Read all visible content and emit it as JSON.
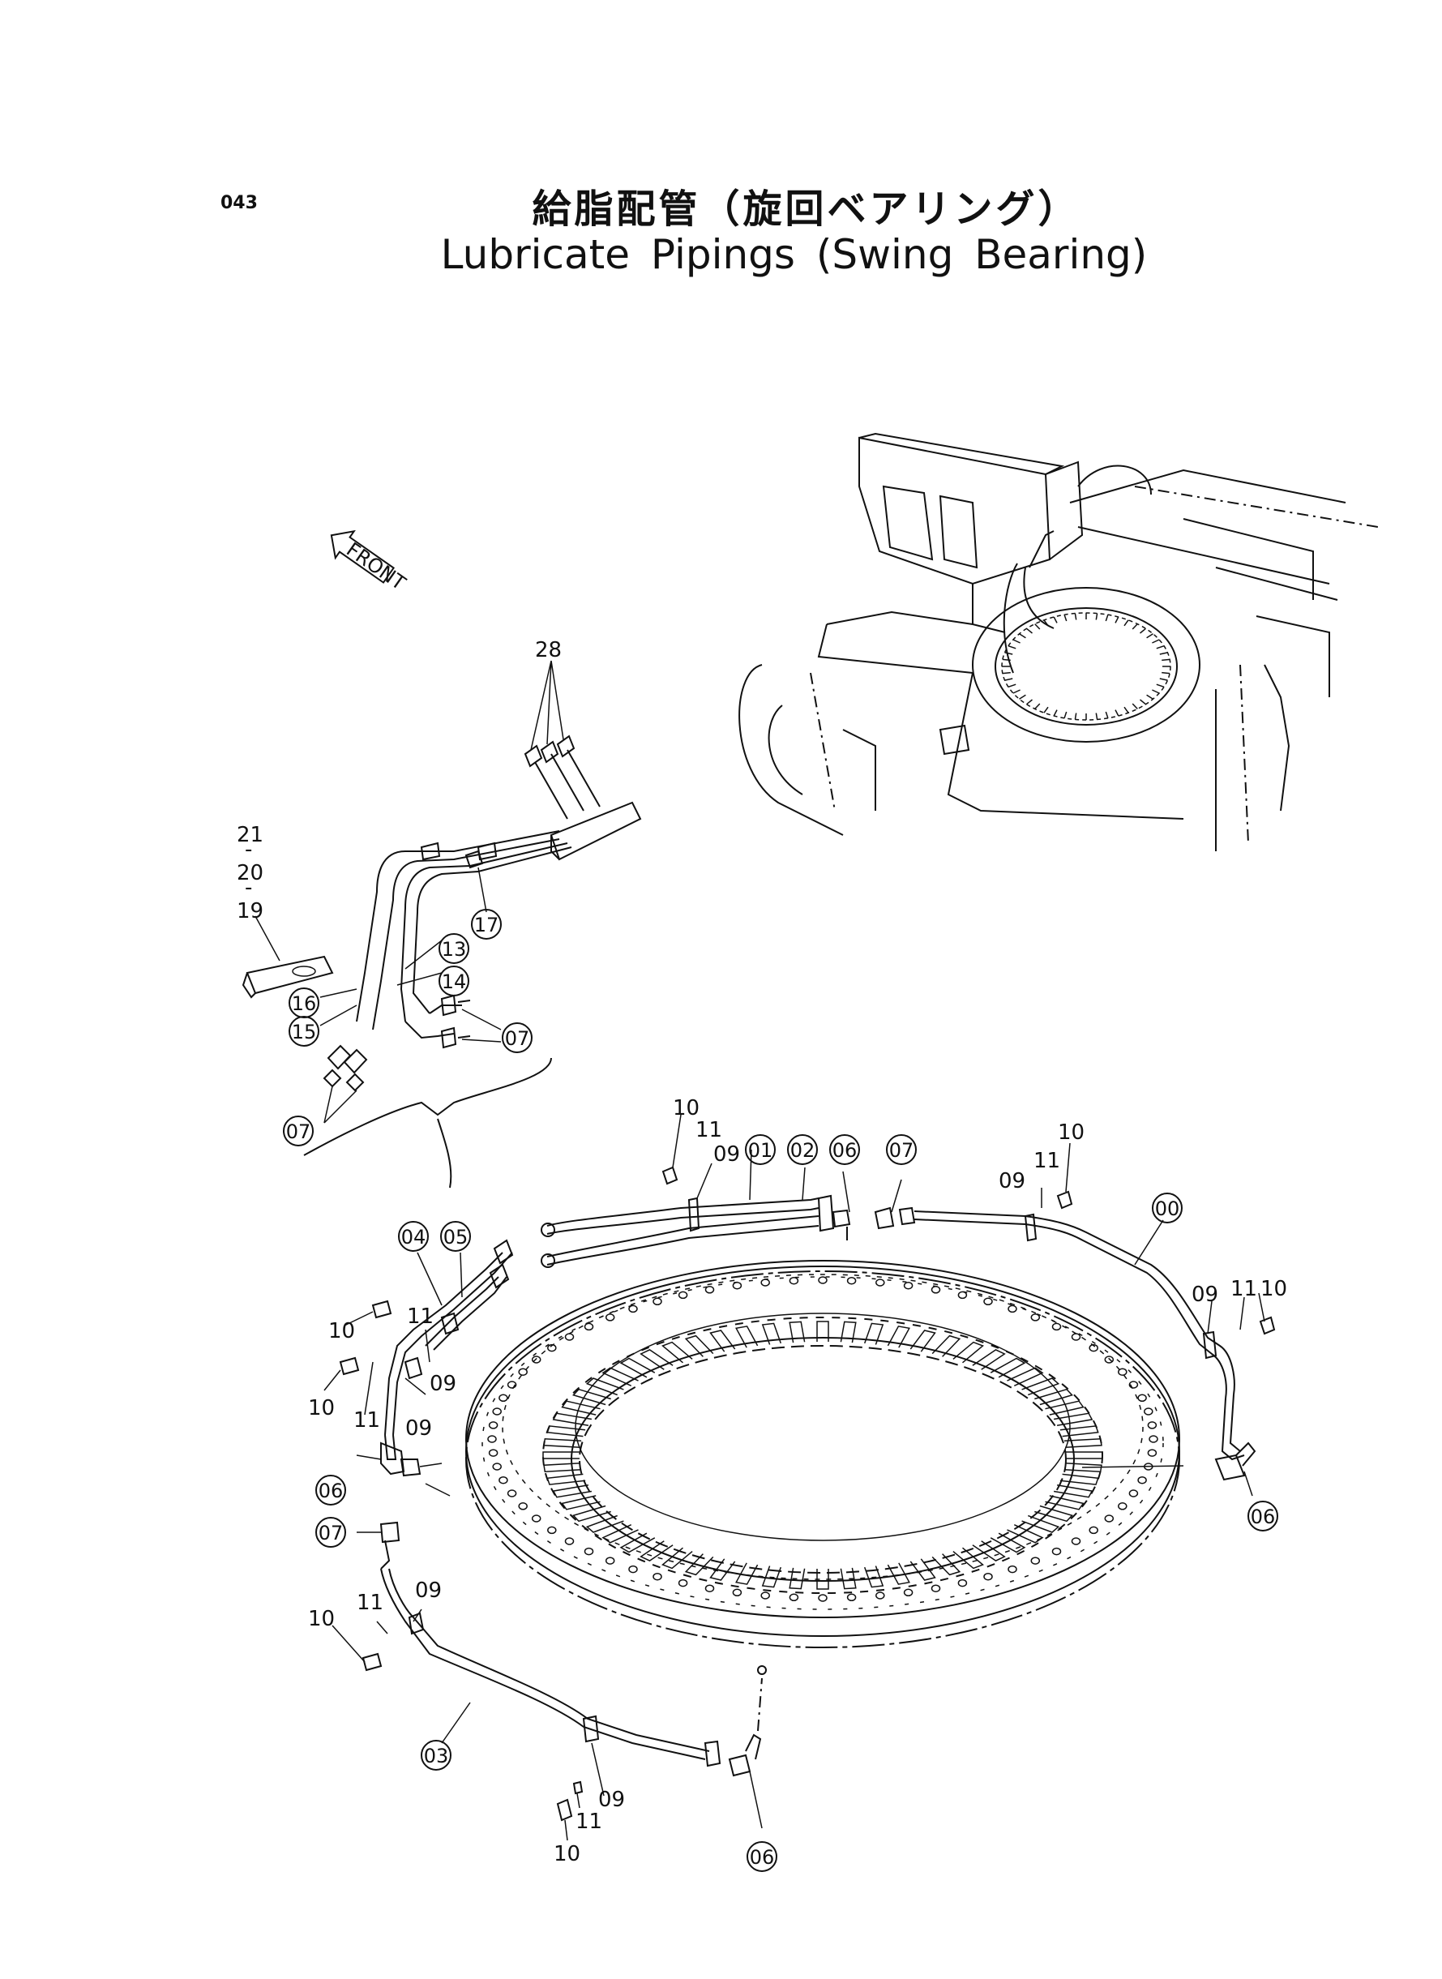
{
  "header": {
    "page_number": "043",
    "title_jp": "給脂配管（旋回ベアリング）",
    "title_en": "Lubricate Pipings (Swing Bearing)"
  },
  "diagram": {
    "front_arrow": "FRONT",
    "plain_labels": {
      "l28": "28",
      "l21": "21",
      "l20": "20",
      "l19": "19",
      "dash1": "-",
      "dash2": "-",
      "l10a": "10",
      "l11a": "11",
      "l09a": "09",
      "l10b": "10",
      "l11b": "11",
      "l09b": "09",
      "l09c": "09",
      "l11c": "11",
      "l10c": "10",
      "l10d": "10",
      "l11d": "11",
      "l09d": "09",
      "l10e": "10",
      "l11e": "11",
      "l09e": "09",
      "l10f": "10",
      "l11f": "11",
      "l09f": "09",
      "l10g": "10",
      "l11g": "11",
      "l09g": "09"
    },
    "circled_labels": {
      "c17": "17",
      "c13": "13",
      "c14": "14",
      "c16": "16",
      "c15": "15",
      "c07a": "07",
      "c07b": "07",
      "c01": "01",
      "c02": "02",
      "c06a": "06",
      "c07c": "07",
      "c00": "00",
      "c04": "04",
      "c05": "05",
      "c06b": "06",
      "c07d": "07",
      "c06c": "06",
      "c03": "03",
      "c06d": "06"
    }
  }
}
